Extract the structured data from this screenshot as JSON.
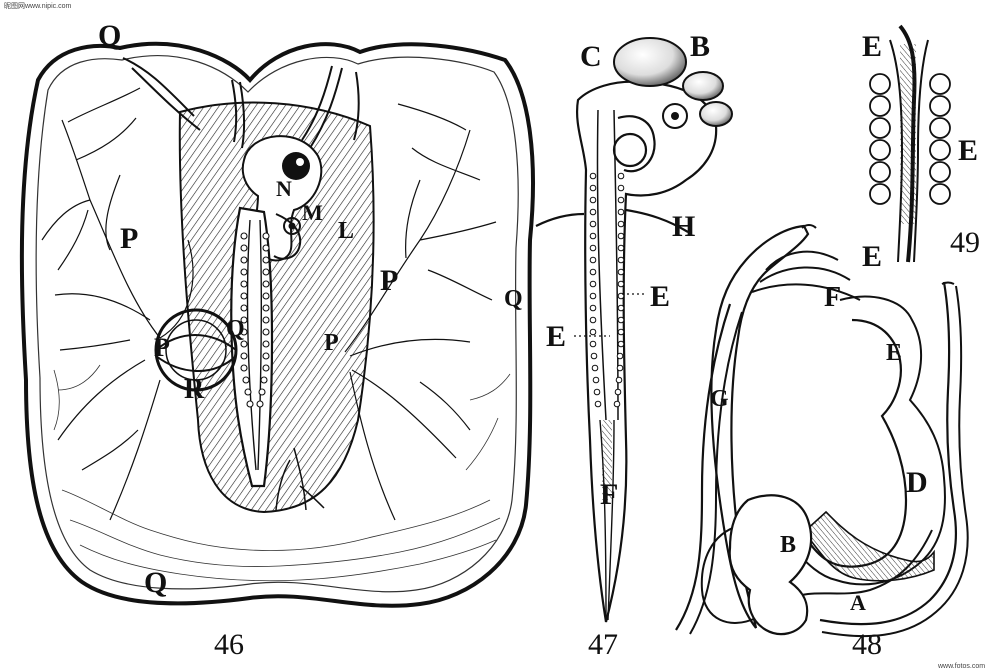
{
  "watermarks": {
    "top_left": "昵图网www.nipic.com",
    "bottom_right": "www.fotos.com"
  },
  "figures": [
    {
      "number": "46",
      "labels": [
        "Q",
        "P",
        "P",
        "P",
        "P",
        "R",
        "Q",
        "N",
        "M",
        "L",
        "Q",
        "Q"
      ]
    },
    {
      "number": "47",
      "labels": [
        "C",
        "B",
        "H",
        "E",
        "E",
        "F"
      ]
    },
    {
      "number": "48",
      "labels": [
        "F",
        "E",
        "D",
        "G",
        "B",
        "A"
      ]
    },
    {
      "number": "49",
      "labels": [
        "E",
        "E",
        "E"
      ]
    }
  ]
}
